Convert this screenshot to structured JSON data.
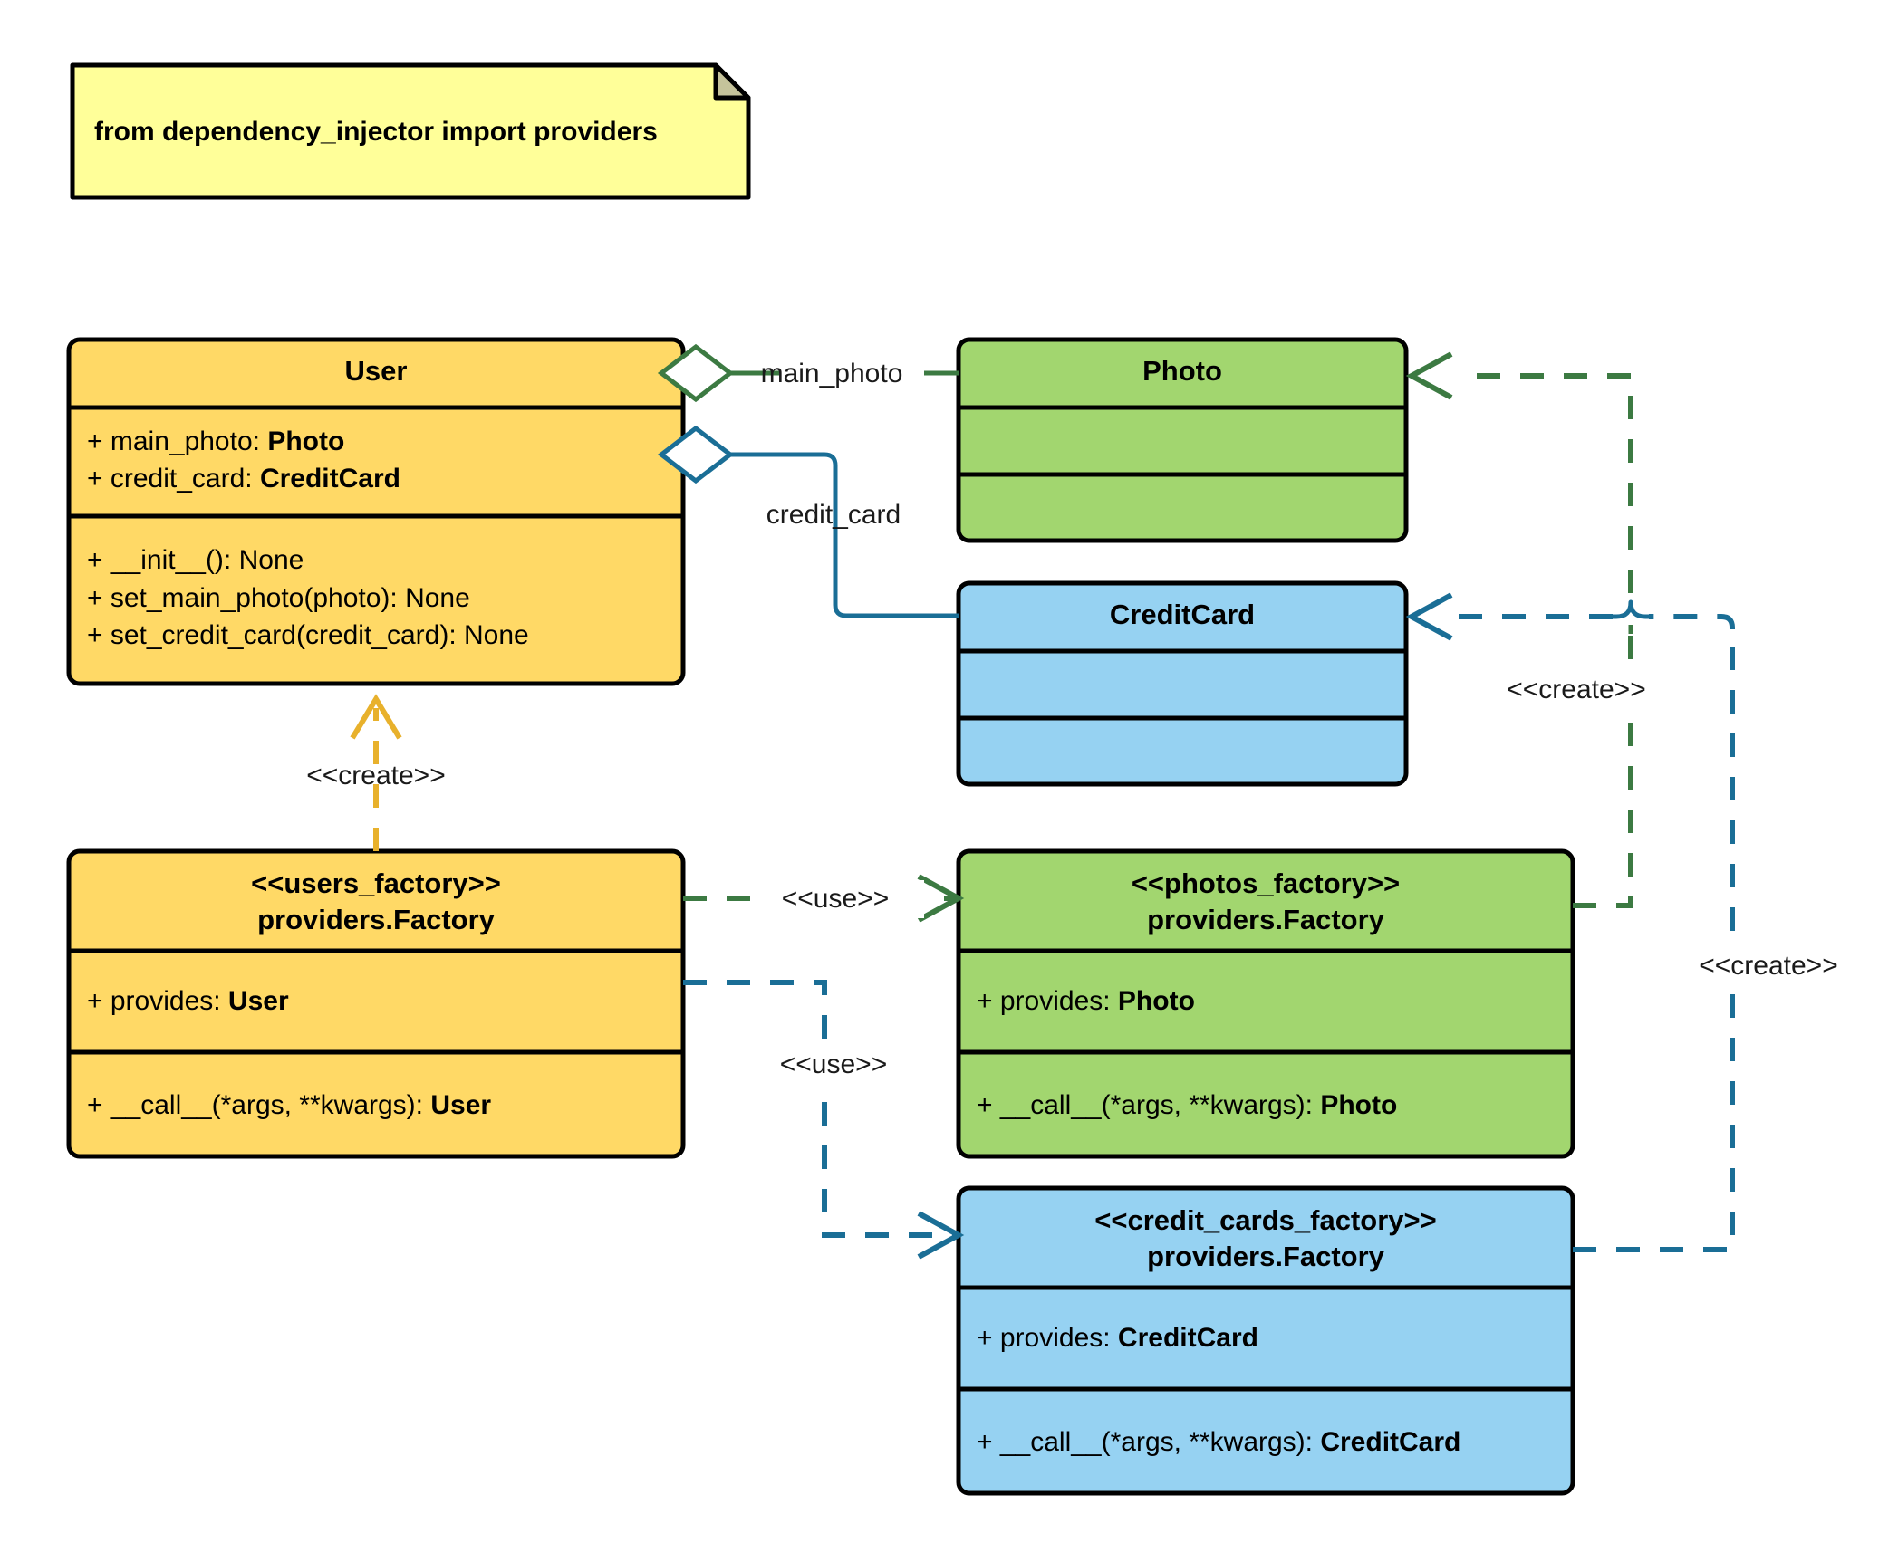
{
  "diagram": {
    "title": "dependency_injector factories UML class diagram",
    "background": "#ffffff",
    "palette": {
      "note_fill": "#ffff99",
      "note_fold": "#c5c39b",
      "yellow_fill": "#ffd966",
      "green_fill": "#a2d66f",
      "blue_fill": "#96d2f2",
      "border": "#000000",
      "green_edge": "#3c7a42",
      "blue_edge": "#1a6e96",
      "orange_edge": "#e8b12c"
    }
  },
  "note": {
    "text": "from dependency_injector import providers",
    "fill": "#ffff99"
  },
  "classes": {
    "user": {
      "name": "User",
      "fill": "#ffd966",
      "attributes": [
        {
          "prefix": "+ main_photo: ",
          "type": "Photo"
        },
        {
          "prefix": "+ credit_card: ",
          "type": "CreditCard"
        }
      ],
      "methods": [
        {
          "prefix": "+ __init__(): None",
          "type": ""
        },
        {
          "prefix": "+ set_main_photo(photo): None",
          "type": ""
        },
        {
          "prefix": "+ set_credit_card(credit_card): None",
          "type": ""
        }
      ]
    },
    "photo": {
      "name": "Photo",
      "fill": "#a2d66f",
      "attributes": [],
      "methods": []
    },
    "credit_card": {
      "name": "CreditCard",
      "fill": "#96d2f2",
      "attributes": [],
      "methods": []
    },
    "users_factory": {
      "stereotype": "<<users_factory>>",
      "name": "providers.Factory",
      "fill": "#ffd966",
      "attributes": [
        {
          "prefix": "+ provides: ",
          "type": "User"
        }
      ],
      "methods": [
        {
          "prefix": "+ __call__(*args, **kwargs): ",
          "type": "User"
        }
      ]
    },
    "photos_factory": {
      "stereotype": "<<photos_factory>>",
      "name": "providers.Factory",
      "fill": "#a2d66f",
      "attributes": [
        {
          "prefix": "+ provides: ",
          "type": "Photo"
        }
      ],
      "methods": [
        {
          "prefix": "+ __call__(*args, **kwargs): ",
          "type": "Photo"
        }
      ]
    },
    "credit_cards_factory": {
      "stereotype": "<<credit_cards_factory>>",
      "name": "providers.Factory",
      "fill": "#96d2f2",
      "attributes": [
        {
          "prefix": "+ provides: ",
          "type": "CreditCard"
        }
      ],
      "methods": [
        {
          "prefix": "+ __call__(*args, **kwargs): ",
          "type": "CreditCard"
        }
      ]
    }
  },
  "edges": {
    "main_photo": {
      "label": "main_photo",
      "kind": "aggregation",
      "color": "#3c7a42",
      "from": "User",
      "to": "Photo"
    },
    "credit_card": {
      "label": "credit_card",
      "kind": "aggregation",
      "color": "#1a6e96",
      "from": "User",
      "to": "CreditCard"
    },
    "create_user": {
      "label": "<<create>>",
      "kind": "dependency",
      "color": "#e8b12c",
      "from": "users_factory",
      "to": "User"
    },
    "use_photos": {
      "label": "<<use>>",
      "kind": "dependency",
      "color": "#3c7a42",
      "from": "users_factory",
      "to": "photos_factory"
    },
    "use_credit_cards": {
      "label": "<<use>>",
      "kind": "dependency",
      "color": "#1a6e96",
      "from": "users_factory",
      "to": "credit_cards_factory"
    },
    "create_photo": {
      "label": "<<create>>",
      "kind": "dependency",
      "color": "#3c7a42",
      "from": "photos_factory",
      "to": "Photo"
    },
    "create_credit_card": {
      "label": "<<create>>",
      "kind": "dependency",
      "color": "#1a6e96",
      "from": "credit_cards_factory",
      "to": "CreditCard"
    }
  }
}
